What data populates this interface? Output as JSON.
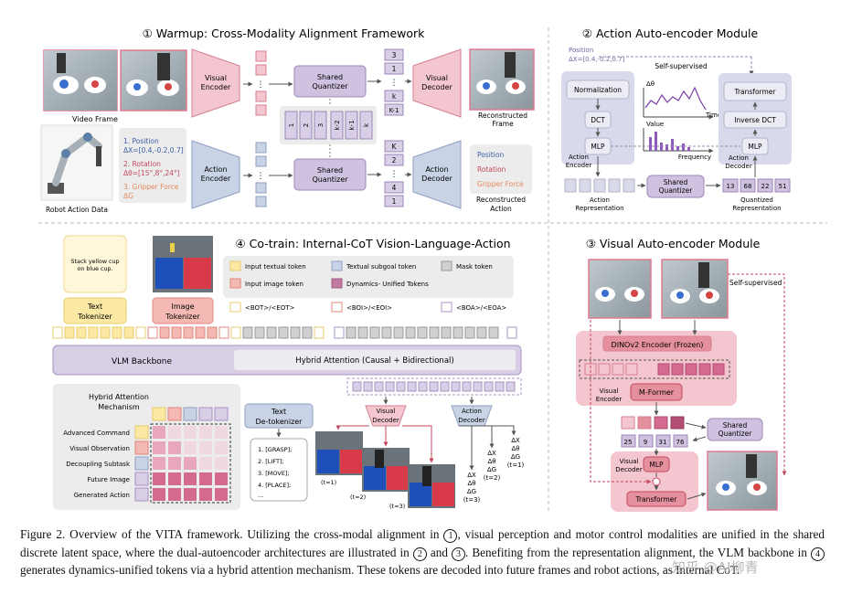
{
  "panel1": {
    "title": "① Warmup: Cross-Modality Alignment Framework",
    "video_frame": "Video Frame",
    "visual_encoder": [
      "Visual",
      "Encoder"
    ],
    "shared_quantizer": [
      "Shared",
      "Quantizer"
    ],
    "visual_decoder": [
      "Visual",
      "Decoder"
    ],
    "reconstructed_frame": [
      "Reconstructed",
      "Frame"
    ],
    "codebook": [
      "1",
      "2",
      "3",
      "k-2",
      "k-1",
      "k"
    ],
    "visual_tokens": [
      "3",
      "1",
      "k",
      "K-1"
    ],
    "action_tokens": [
      "K",
      "2",
      "4",
      "1"
    ],
    "action_list": {
      "position": "1. Position",
      "position_val": "ΔX=[0.4,-0.2,0.7]",
      "rotation": "2. Rotation",
      "rotation_val": "Δθ=[15°,8°,24°]",
      "gripper": "3. Gripper Force",
      "gripper_val": "ΔG"
    },
    "action_encoder": [
      "Action",
      "Encoder"
    ],
    "action_decoder": [
      "Action",
      "Decoder"
    ],
    "recon_action_items": [
      "Position",
      "Rotation",
      "Gripper Force"
    ],
    "reconstructed_action": [
      "Reconstructed",
      "Action"
    ],
    "robot_action_data": "Robot Action Data"
  },
  "panel2": {
    "title": "② Action Auto-encoder Module",
    "position": "Position",
    "position_val": "ΔX=[0.4,-0.2,0.7]",
    "self_supervised": "Self-supervised",
    "normalization": "Normalization",
    "dct": "DCT",
    "mlp": "MLP",
    "action_encoder": [
      "Action",
      "Encoder"
    ],
    "delta_theta": "Δθ",
    "time": "Time",
    "value": "Value",
    "frequency": "Frequency",
    "transformer": "Transformer",
    "inverse_dct": "Inverse DCT",
    "action_decoder": [
      "Action",
      "Decoder"
    ],
    "shared_quantizer": [
      "Shared",
      "Quantizer"
    ],
    "action_representation": [
      "Action",
      "Representation"
    ],
    "quantized_tokens": [
      "13",
      "68",
      "22",
      "51"
    ],
    "quantized_representation": [
      "Quantized",
      "Representation"
    ]
  },
  "panel3": {
    "title": "③ Visual Auto-encoder Module",
    "self_supervised": "Self-supervised",
    "dinov2": "DINOv2 Encoder (Frozen)",
    "visual_encoder": [
      "Visual",
      "Encoder"
    ],
    "mformer": "M-Former",
    "shared_quantizer": [
      "Shared",
      "Quantizer"
    ],
    "tokens": [
      "25",
      "9",
      "31",
      "76"
    ],
    "visual_decoder": [
      "Visual",
      "Decoder"
    ],
    "mlp": "MLP",
    "transformer": "Transformer"
  },
  "panel4": {
    "title": "④ Co-train: Internal-CoT Vision-Language-Action",
    "instruction": [
      "Stack yellow cup",
      "on blue cup."
    ],
    "text_tokenizer": [
      "Text",
      "Tokenizer"
    ],
    "image_tokenizer": [
      "Image",
      "Tokenizer"
    ],
    "legend": {
      "input_text": "Input textual token",
      "textual_subgoal": "Textual subgoal token",
      "mask": "Mask token",
      "input_image": "Input image token",
      "dynamics": "Dynamics- Unified Tokens",
      "bot": "<BOT>/<EOT>",
      "boi": "<BOI>/<EOI>",
      "boa": "<BOA>/<EOA>"
    },
    "vlm_backbone": "VLM Backbone",
    "hybrid_attention": "Hybrid Attention (Causal + Bidirectional)",
    "mechanism_title": [
      "Hybrid Attention",
      "Mechanism"
    ],
    "mechanism_rows": [
      "Advanced Command",
      "Visual Observation",
      "Decoupling Subtask",
      "Future Image",
      "Generated Action"
    ],
    "text_detokenizer": [
      "Text",
      "De-tokenizer"
    ],
    "subtasks": [
      "1. [GRASP];",
      "2. [LIFT];",
      "3. [MOVE];",
      "4. [PLACE];",
      "..."
    ],
    "visual_decoder": [
      "Visual",
      "Decoder"
    ],
    "action_decoder": [
      "Action",
      "Decoder"
    ],
    "t1": "(t=1)",
    "t2": "(t=2)",
    "t3": "(t=3)",
    "delta_stack": [
      "ΔX",
      "Δθ",
      "ΔG"
    ]
  },
  "caption": {
    "p1": "Figure 2.  Overview of the VITA framework.  Utilizing the cross-modal alignment in ",
    "c1": "1",
    "p2": ", visual perception and motor control modalities are unified in the shared discrete latent space, where the dual-autoencoder architectures are illustrated in ",
    "c2": "2",
    "p3": " and ",
    "c3": "3",
    "p4": ".  Benefiting from the representation alignment, the VLM backbone in ",
    "c4": "4",
    "p5": " generates dynamics-unified tokens via a hybrid attention mechanism. These tokens are decoded into future frames and robot actions, as Internal CoT."
  },
  "watermark": "知乎 @AI柳青",
  "colors": {
    "pink": "#f4c6cf",
    "pink_dark": "#e5909e",
    "purple": "#d8cfe6",
    "purple_dark": "#a891c4",
    "grey_panel": "#ececec",
    "blue_grey": "#c9d3e6",
    "magenta": "#d46a8f",
    "yellow": "#fbe8a3"
  }
}
